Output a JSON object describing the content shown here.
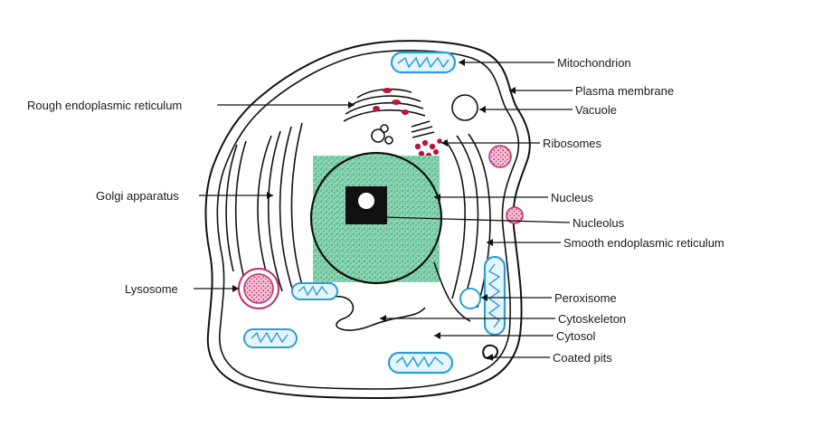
{
  "diagram": {
    "labels": {
      "mitochondrion": "Mitochondrion",
      "plasma_membrane": "Plasma membrane",
      "vacuole": "Vacuole",
      "ribosomes": "Ribosomes",
      "rough_er": "Rough endoplasmic reticulum",
      "golgi": "Golgi apparatus",
      "nucleus": "Nucleus",
      "nucleolus": "Nucleolus",
      "smooth_er": "Smooth endoplasmic reticulum",
      "lysosome": "Lysosome",
      "peroxisome": "Peroxisome",
      "cytoskeleton": "Cytoskeleton",
      "cytosol": "Cytosol",
      "coated_pits": "Coated pits"
    },
    "colors": {
      "nucleus_fill": "#6fc7a0",
      "nucleus_speckle": "#1f8f5f",
      "nucleolus": "#111111",
      "mitochondrion_outline": "#2a9fd6",
      "lysosome": "#c0306a",
      "ribosome": "#b5163d",
      "membrane": "#111111"
    }
  }
}
